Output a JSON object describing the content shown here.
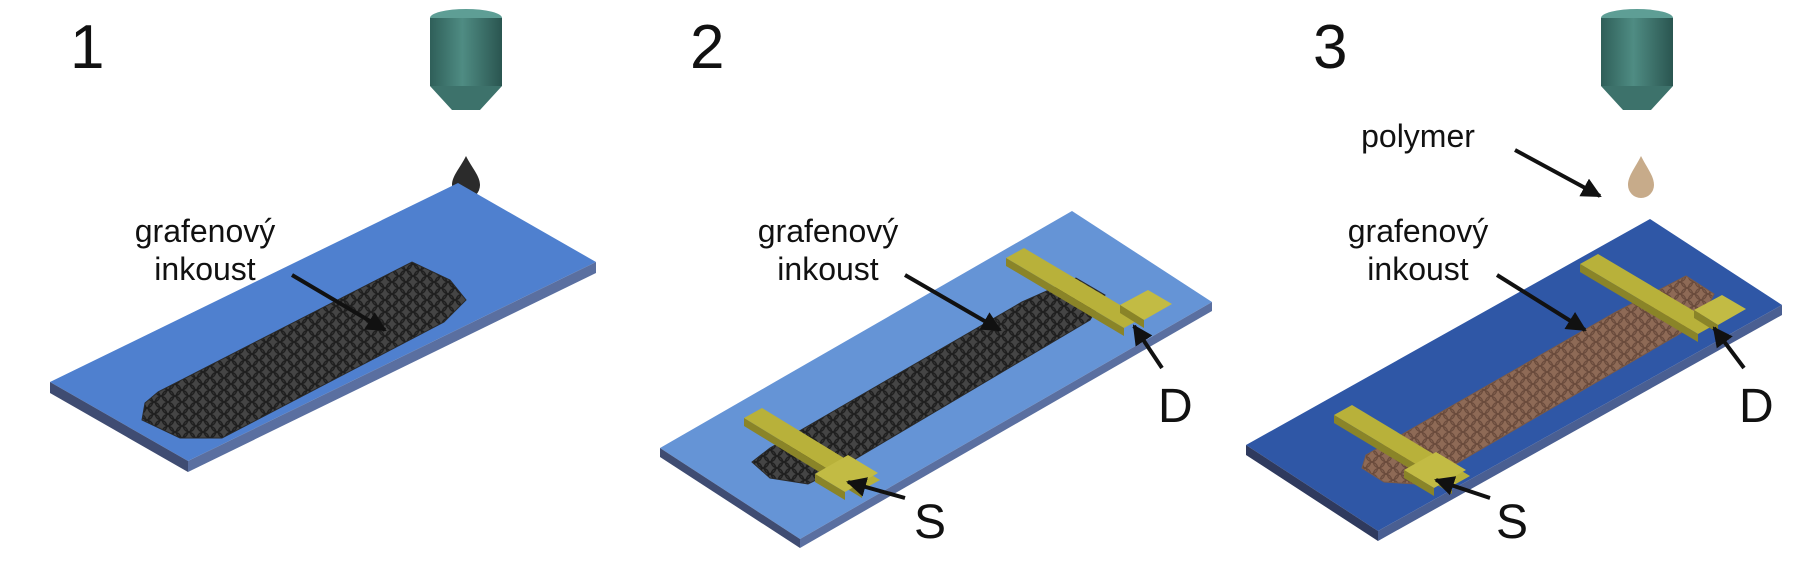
{
  "steps": [
    {
      "number": "1",
      "ink_label": [
        "grafenový",
        "inkoust"
      ]
    },
    {
      "number": "2",
      "ink_label": [
        "grafenový",
        "inkoust"
      ],
      "source_label": "S",
      "drain_label": "D"
    },
    {
      "number": "3",
      "ink_label": [
        "grafenový",
        "inkoust"
      ],
      "polymer_label": "polymer",
      "source_label": "S",
      "drain_label": "D"
    }
  ],
  "colors": {
    "substrate_panel1": "#4f80cf",
    "substrate_panel2": "#6594d6",
    "substrate_panel3": "#2f57a6",
    "graphene": "#3f3f3f",
    "polymer_coated_graphene": "#8e6a56",
    "electrode": "#b8b13a",
    "nozzle": "#3f7a72",
    "ink_drop": "#2b2b2b",
    "polymer_drop": "#c7ab8a"
  }
}
